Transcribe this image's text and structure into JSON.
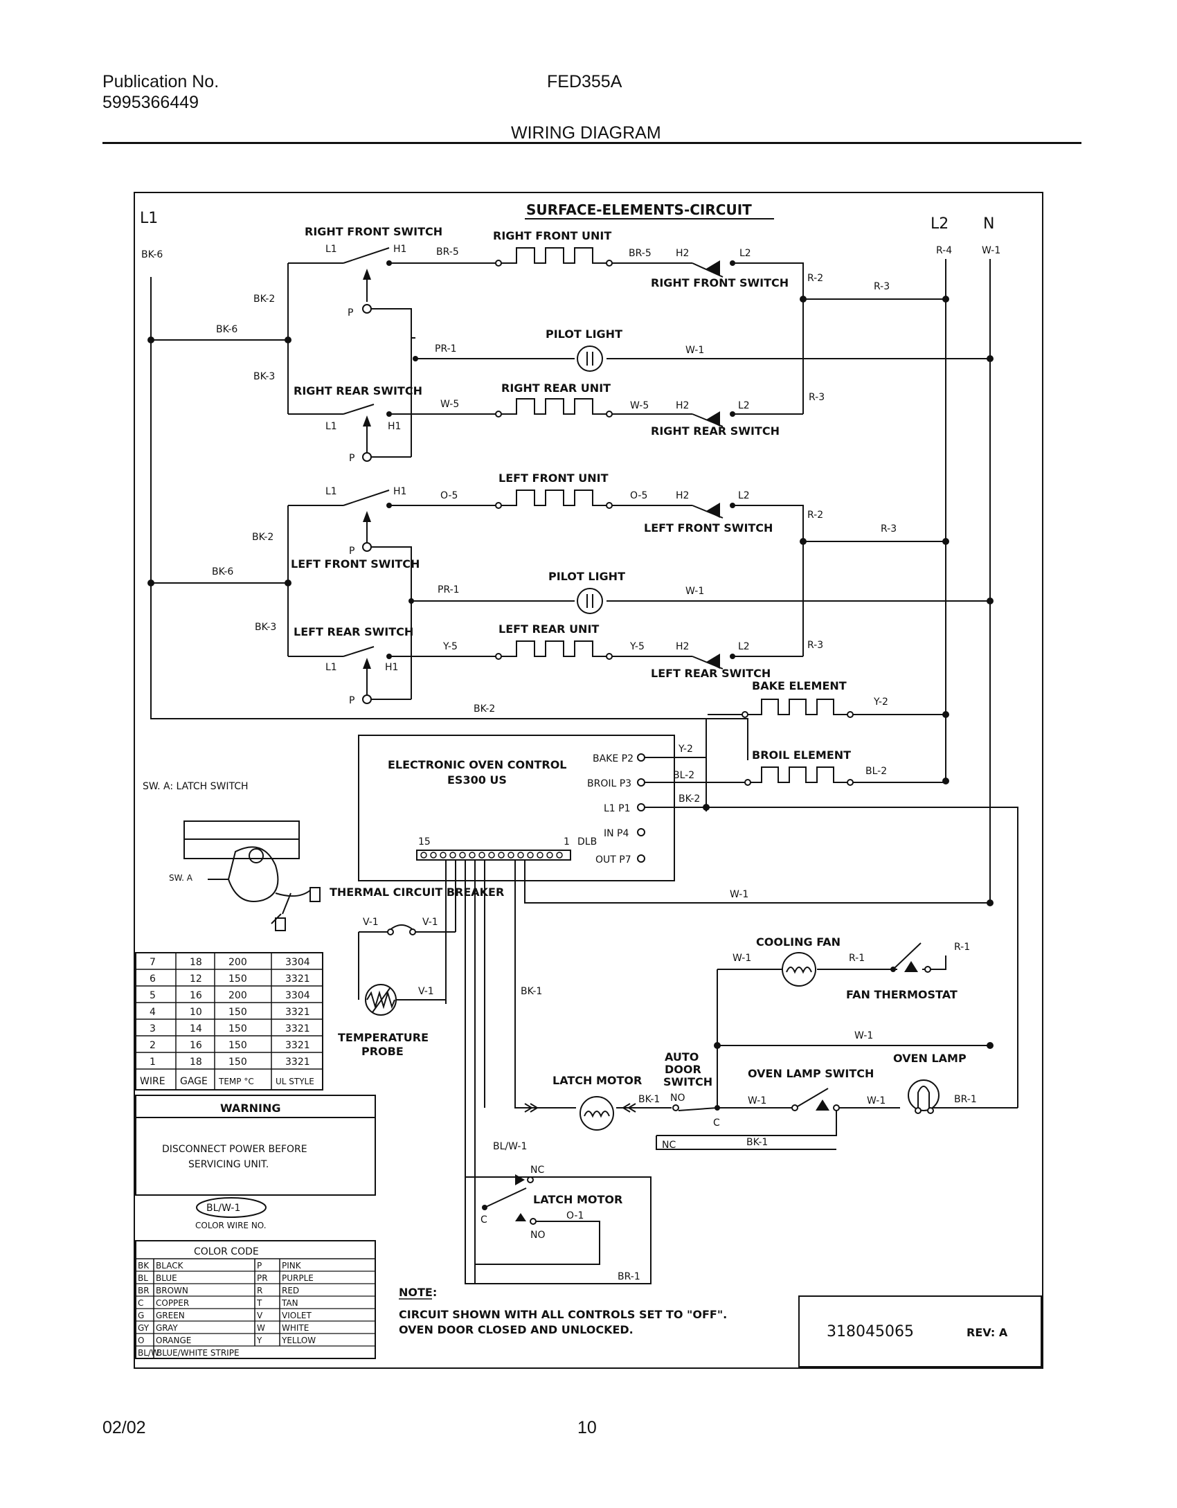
{
  "header": {
    "publication_label": "Publication No.",
    "publication_number": "5995366449",
    "model": "FED355A",
    "title": "WIRING DIAGRAM"
  },
  "footer": {
    "date": "02/02",
    "page": "10"
  },
  "diagram": {
    "title": "SURFACE-ELEMENTS-CIRCUIT",
    "l1": "L1",
    "l2": "L2",
    "n": "N",
    "bk6": "BK-6",
    "bk2": "BK-2",
    "bk3": "BK-3",
    "r4": "R-4",
    "w1": "W-1",
    "rf_switch": "RIGHT FRONT SWITCH",
    "rf_unit": "RIGHT FRONT UNIT",
    "rr_switch": "RIGHT REAR SWITCH",
    "rr_unit": "RIGHT REAR UNIT",
    "lf_switch": "LEFT FRONT SWITCH",
    "lf_unit": "LEFT FRONT UNIT",
    "lr_switch": "LEFT REAR SWITCH",
    "lr_unit": "LEFT REAR UNIT",
    "pilot_light": "PILOT LIGHT",
    "sw_l1": "L1",
    "sw_h1": "H1",
    "sw_p": "P",
    "sw_h2": "H2",
    "sw_l2": "L2",
    "br5": "BR-5",
    "w5": "W-5",
    "o5": "O-5",
    "y5": "Y-5",
    "pr1": "PR-1",
    "r2": "R-2",
    "r3": "R-3",
    "bake_element": "BAKE ELEMENT",
    "broil_element": "BROIL ELEMENT",
    "y2": "Y-2",
    "bl2": "BL-2",
    "eoc_title": "ELECTRONIC OVEN CONTROL",
    "eoc_model": "ES300 US",
    "bake_p2": "BAKE P2",
    "broil_p3": "BROIL P3",
    "l1_p1": "L1 P1",
    "in_p4": "IN P4",
    "out_p7": "OUT P7",
    "pin15": "15",
    "pin1": "1",
    "dlb": "DLB",
    "latch_switch_note": "SW. A: LATCH SWITCH",
    "sw_a": "SW. A",
    "thermal_breaker": "THERMAL CIRCUIT BREAKER",
    "v1": "V-1",
    "temp_probe": "TEMPERATURE PROBE",
    "cooling_fan": "COOLING FAN",
    "r1": "R-1",
    "fan_thermostat": "FAN THERMOSTAT",
    "latch_motor": "LATCH MOTOR",
    "auto_door_switch": "AUTO DOOR SWITCH",
    "no": "NO",
    "nc": "NC",
    "c": "C",
    "bk1": "BK-1",
    "oven_lamp_switch": "OVEN LAMP SWITCH",
    "oven_lamp": "OVEN LAMP",
    "br1": "BR-1",
    "blw1": "BL/W-1",
    "o1": "O-1",
    "note_label": "NOTE:",
    "note_line1": "CIRCUIT SHOWN WITH ALL CONTROLS SET TO \"OFF\".",
    "note_line2": "OVEN DOOR CLOSED AND UNLOCKED.",
    "part_number": "318045065",
    "rev": "REV: A"
  },
  "wire_table": {
    "rows": [
      [
        "7",
        "18",
        "200",
        "3304"
      ],
      [
        "6",
        "12",
        "150",
        "3321"
      ],
      [
        "5",
        "16",
        "200",
        "3304"
      ],
      [
        "4",
        "10",
        "150",
        "3321"
      ],
      [
        "3",
        "14",
        "150",
        "3321"
      ],
      [
        "2",
        "16",
        "150",
        "3321"
      ],
      [
        "1",
        "18",
        "150",
        "3321"
      ]
    ],
    "headers": [
      "WIRE",
      "GAGE",
      "TEMP °C",
      "UL STYLE"
    ]
  },
  "warning": {
    "title": "WARNING",
    "line1": "DISCONNECT POWER BEFORE",
    "line2": "SERVICING UNIT.",
    "example": "BL/W-1",
    "caption": "COLOR WIRE NO."
  },
  "color_code": {
    "title": "COLOR CODE",
    "rows": [
      [
        "BK",
        "BLACK",
        "P",
        "PINK"
      ],
      [
        "BL",
        "BLUE",
        "PR",
        "PURPLE"
      ],
      [
        "BR",
        "BROWN",
        "R",
        "RED"
      ],
      [
        "C",
        "COPPER",
        "T",
        "TAN"
      ],
      [
        "G",
        "GREEN",
        "V",
        "VIOLET"
      ],
      [
        "GY",
        "GRAY",
        "W",
        "WHITE"
      ],
      [
        "O",
        "ORANGE",
        "Y",
        "YELLOW"
      ]
    ],
    "last": [
      "BL/W",
      "BLUE/WHITE STRIPE"
    ]
  }
}
